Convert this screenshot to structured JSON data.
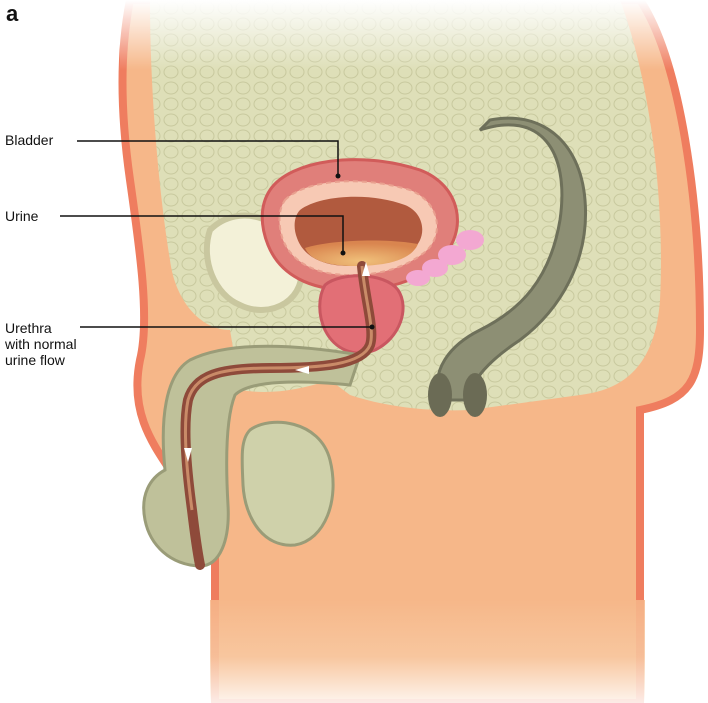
{
  "figure": {
    "panel_letter": "a",
    "labels": {
      "bladder": "Bladder",
      "urine": "Urine",
      "urethra": "Urethra\nwith normal\nurine flow"
    }
  },
  "colors": {
    "skin": "#f6b789",
    "skin_edge": "#ef7d5f",
    "tissue": "#dfe0b9",
    "organ_olive": "#bfc19a",
    "rectum": "#8d8f74",
    "bladder_wall": "#e07f7a",
    "urine": "#e2a45e",
    "prostate": "#e26f76",
    "urethra": "#8e4a3a",
    "vesicle": "#f3a8d2",
    "leader_line": "#111111"
  }
}
